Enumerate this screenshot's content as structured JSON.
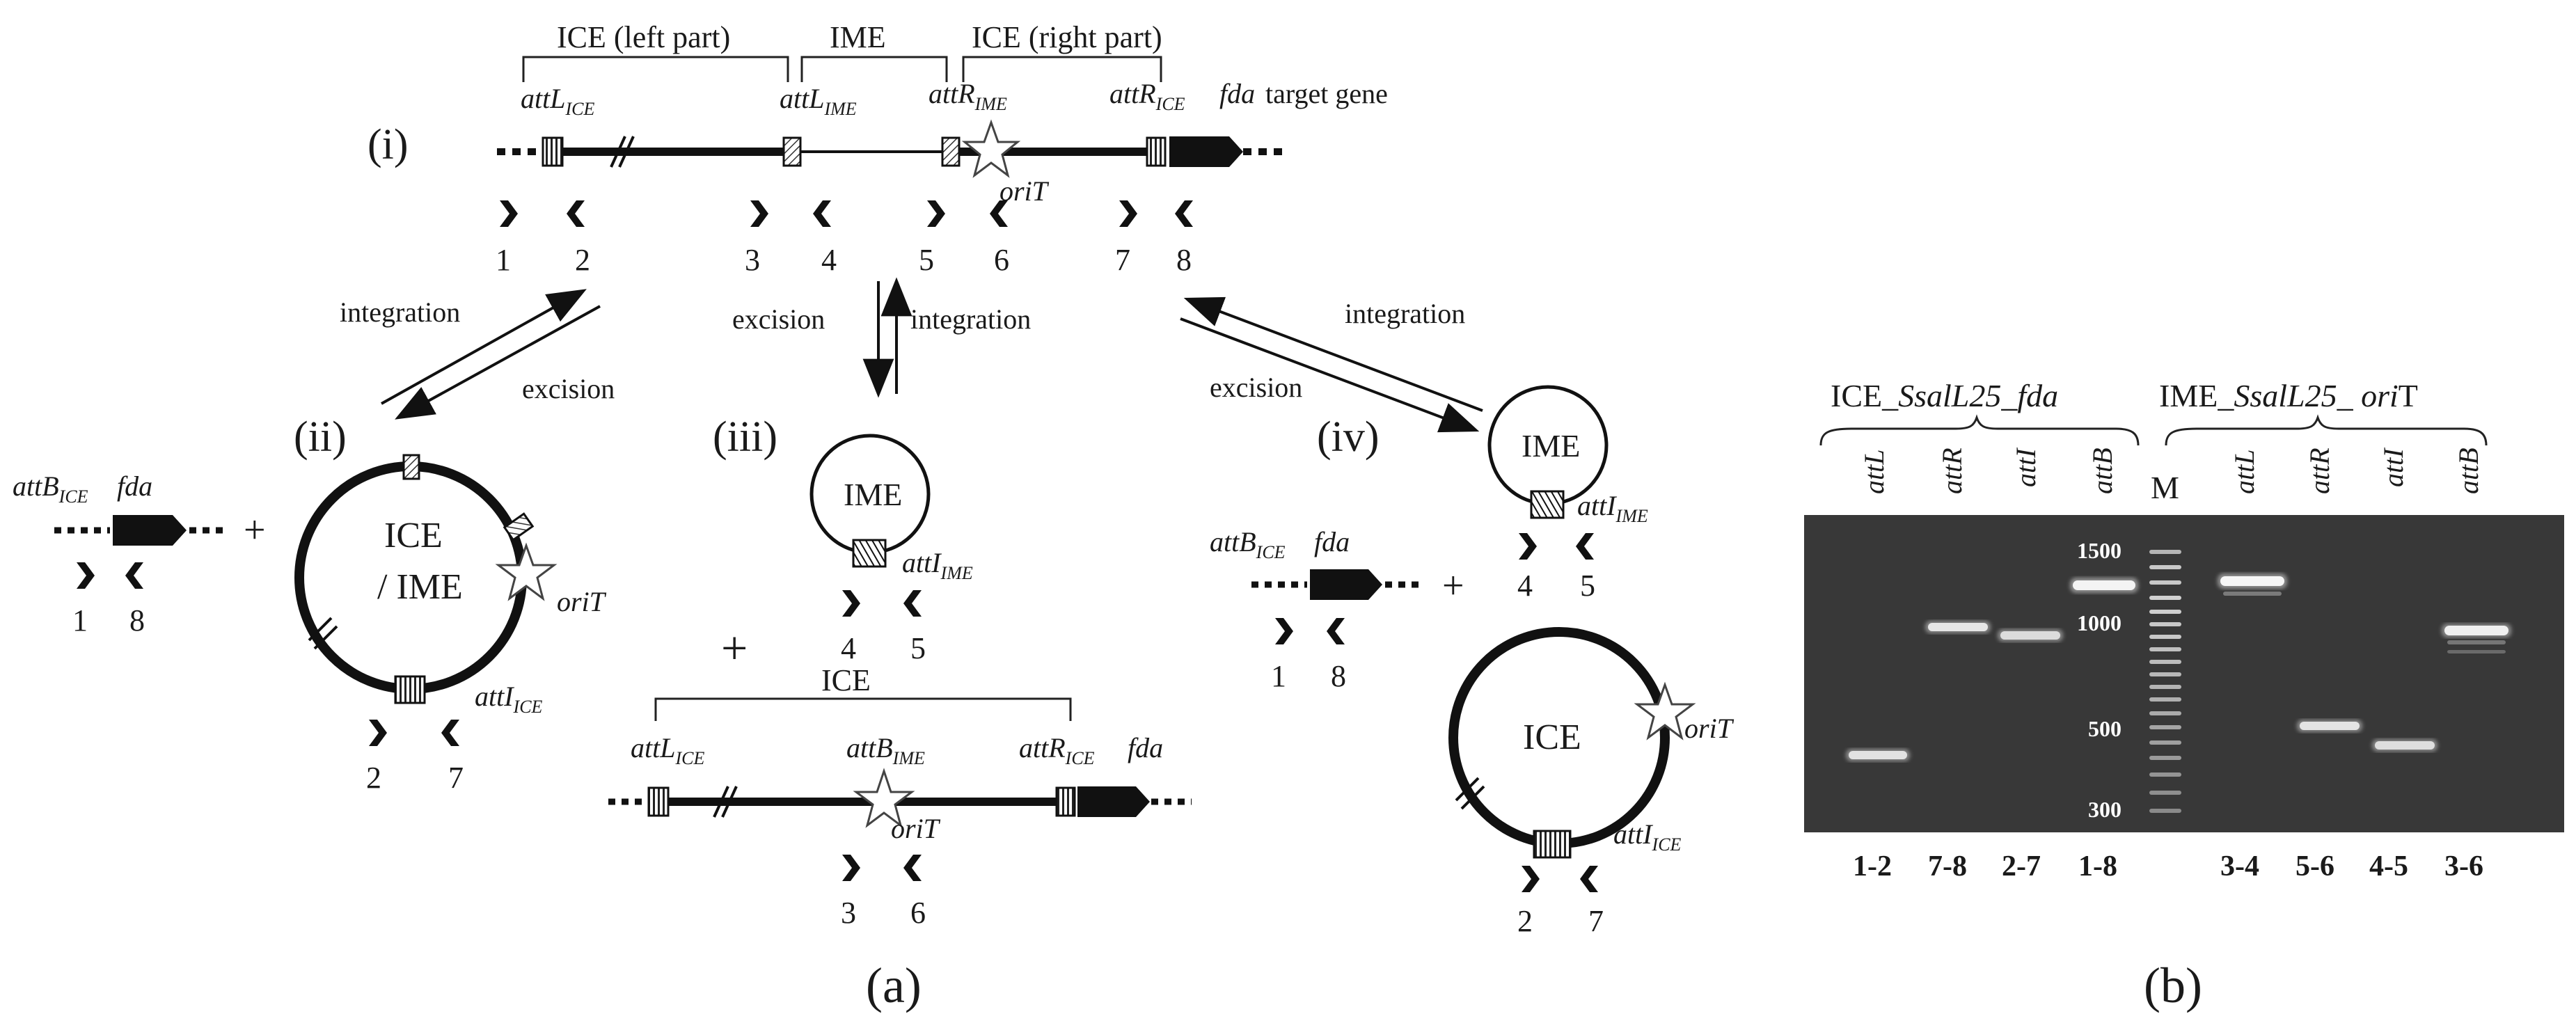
{
  "panel_a": {
    "label": "(a)",
    "states": {
      "i": "(i)",
      "ii": "(ii)",
      "iii": "(iii)",
      "iv": "(iv)"
    },
    "top": {
      "bracket_ice_left": "ICE (left part)",
      "bracket_ime": "IME",
      "bracket_ice_right": "ICE (right part)",
      "attL_ice": {
        "base": "attL",
        "sub": "ICE"
      },
      "attL_ime": {
        "base": "attL",
        "sub": "IME"
      },
      "attR_ime": {
        "base": "attR",
        "sub": "IME"
      },
      "attR_ice": {
        "base": "attR",
        "sub": "ICE"
      },
      "fda": "fda",
      "target_gene": "target  gene",
      "oriT": "oriT",
      "primers": [
        "1",
        "2",
        "3",
        "4",
        "5",
        "6",
        "7",
        "8"
      ]
    },
    "arrows": {
      "integration": "integration",
      "excision": "excision"
    },
    "ii": {
      "attB_ice": {
        "base": "attB",
        "sub": "ICE"
      },
      "fda": "fda",
      "plus": "+",
      "primers_left": [
        "1",
        "8"
      ],
      "circle_label_1": "ICE",
      "circle_label_2": "/ IME",
      "oriT": "oriT",
      "attI_ice": {
        "base": "attI",
        "sub": "ICE"
      },
      "primers_bottom": [
        "2",
        "7"
      ]
    },
    "iii": {
      "circle_label": "IME",
      "attI_ime": {
        "base": "attI",
        "sub": "IME"
      },
      "primers": [
        "4",
        "5"
      ],
      "plus": "+",
      "bracket_ice": "ICE",
      "attL_ice": {
        "base": "attL",
        "sub": "ICE"
      },
      "attB_ime": {
        "base": "attB",
        "sub": "IME"
      },
      "attR_ice": {
        "base": "attR",
        "sub": "ICE"
      },
      "fda": "fda",
      "oriT": "oriT",
      "primers_bottom": [
        "3",
        "6"
      ]
    },
    "iv": {
      "circle_ime": "IME",
      "attI_ime": {
        "base": "attI",
        "sub": "IME"
      },
      "primers_ime": [
        "4",
        "5"
      ],
      "attB_ice": {
        "base": "attB",
        "sub": "ICE"
      },
      "fda": "fda",
      "plus": "+",
      "primers_left": [
        "1",
        "8"
      ],
      "circle_ice": "ICE",
      "oriT": "oriT",
      "attI_ice": {
        "base": "attI",
        "sub": "ICE"
      },
      "primers_bottom": [
        "2",
        "7"
      ]
    }
  },
  "panel_b": {
    "label": "(b)",
    "group_left": {
      "prefix": "ICE_",
      "italic": "SsalL25_fda"
    },
    "group_right": {
      "prefix": "IME_",
      "italic": "SsalL25_ ori",
      "suffix": "T"
    },
    "marker_label": "M",
    "marker_sizes": [
      "1500",
      "1000",
      "500",
      "300"
    ],
    "lanes": [
      {
        "top": "attL",
        "bottom": "1-2"
      },
      {
        "top": "attR",
        "bottom": "7-8"
      },
      {
        "top": "attI",
        "bottom": "2-7"
      },
      {
        "top": "attB",
        "bottom": "1-8"
      },
      {
        "top": "attL",
        "bottom": "3-4"
      },
      {
        "top": "attR",
        "bottom": "5-6"
      },
      {
        "top": "attI",
        "bottom": "4-5"
      },
      {
        "top": "attB",
        "bottom": "3-6"
      }
    ]
  }
}
